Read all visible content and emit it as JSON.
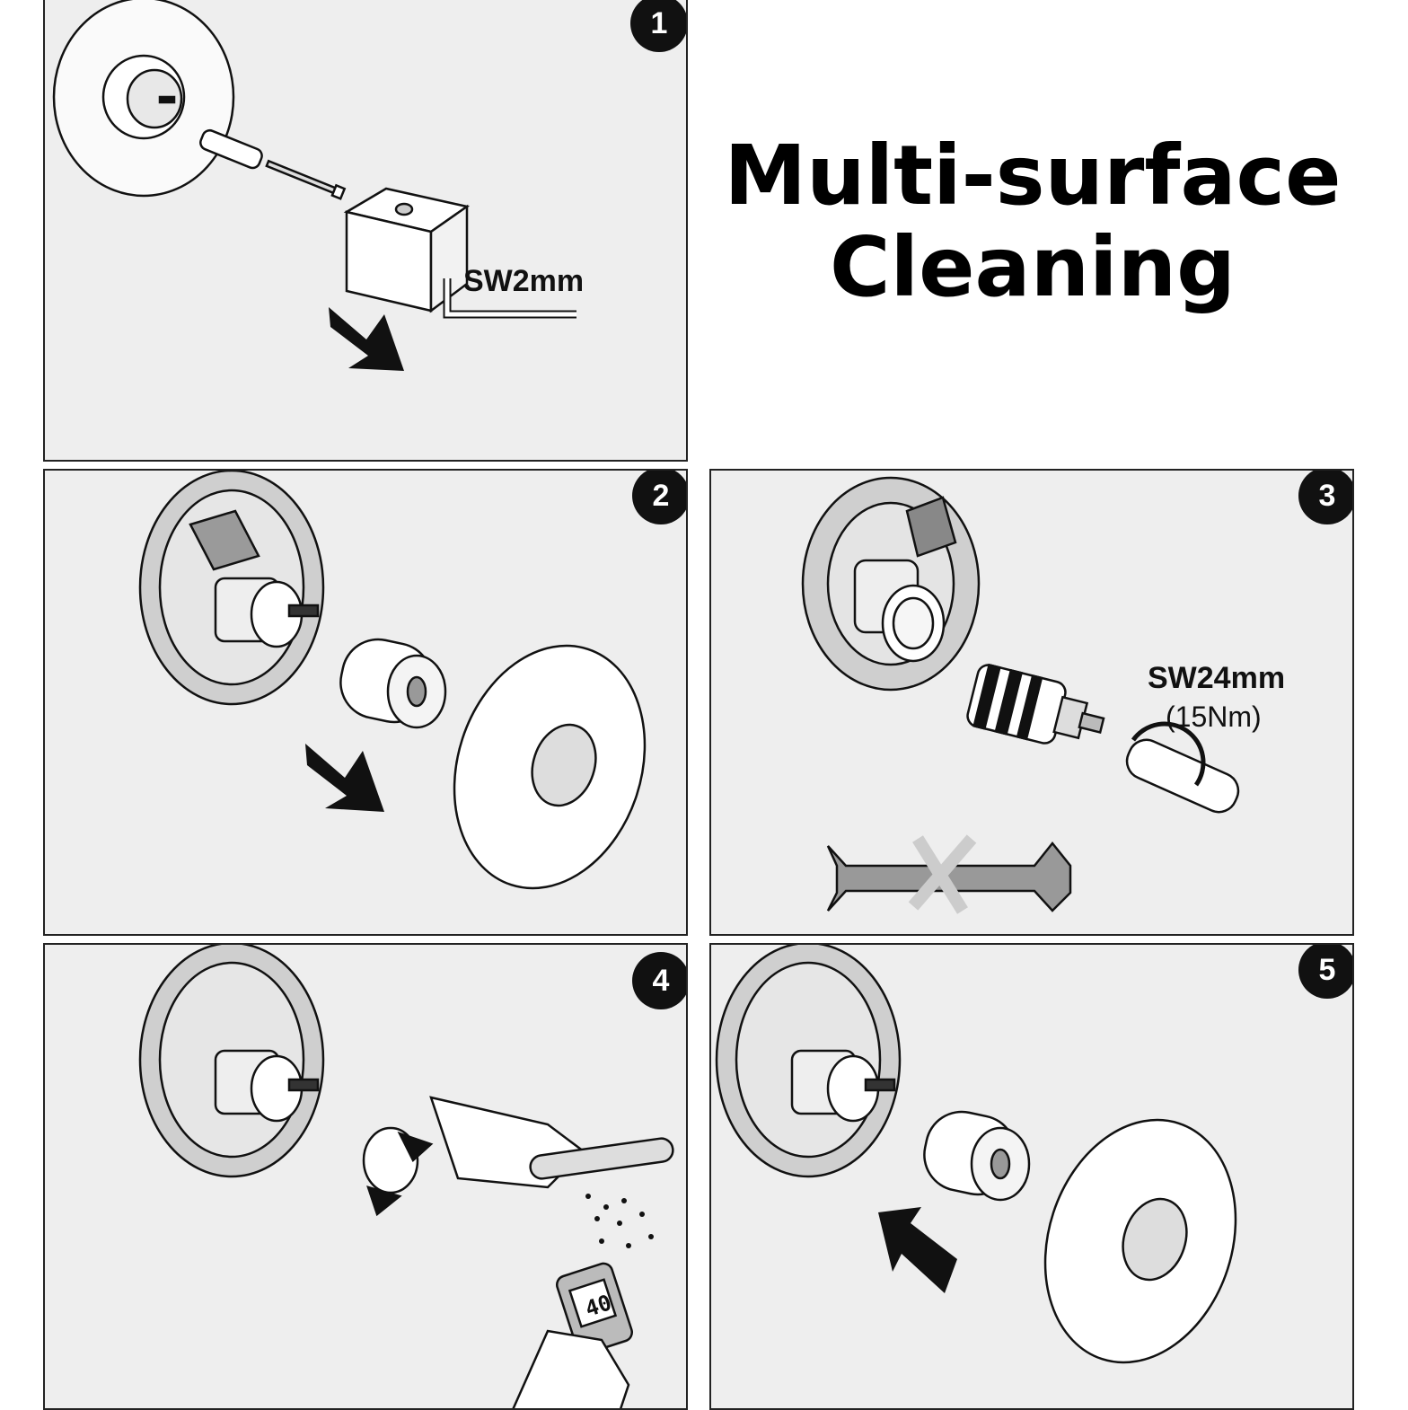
{
  "title": {
    "line1": "Multi-surface",
    "line2": "Cleaning"
  },
  "steps": [
    {
      "number": "1",
      "label": "SW2mm"
    },
    {
      "number": "2"
    },
    {
      "number": "3",
      "label": "SW24mm",
      "sublabel": "(15Nm)"
    },
    {
      "number": "4",
      "display": "40"
    },
    {
      "number": "5"
    }
  ],
  "colors": {
    "panel_bg": "#eeeeee",
    "ink": "#111111",
    "badge": "#111111"
  },
  "icons": [
    "arrow-right-down-icon",
    "hex-key-icon",
    "wrench-crossed-icon",
    "rotate-arrows-icon",
    "thermometer-gun-icon",
    "arrow-left-up-icon"
  ]
}
